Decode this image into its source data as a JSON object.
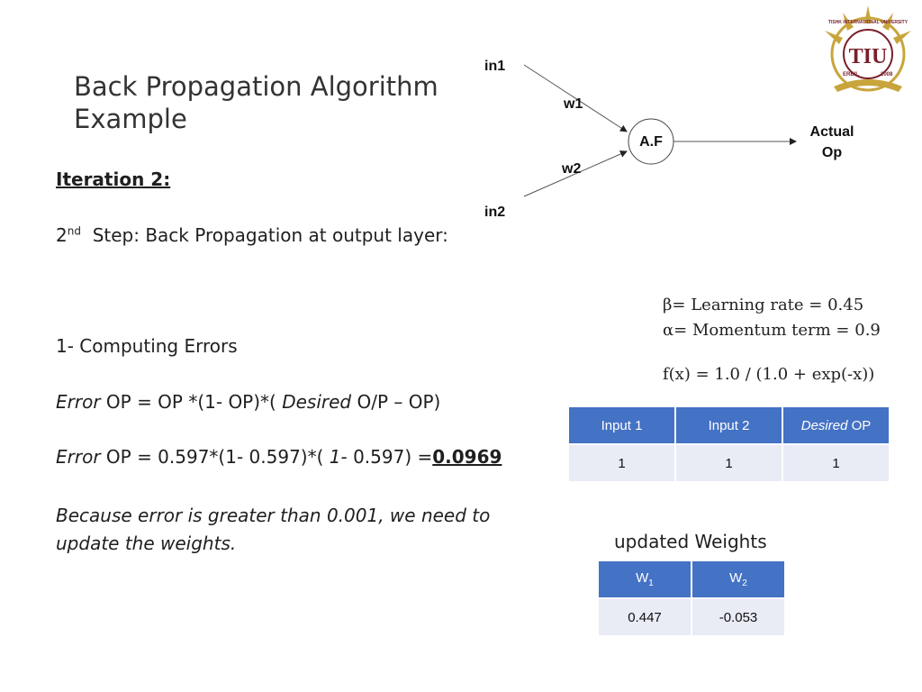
{
  "title": {
    "line1": "Back Propagation  Algorithm",
    "line2": "Example"
  },
  "iteration": "Iteration 2:",
  "step": {
    "num": "2",
    "sup": "nd",
    "text": "Step: Back Propagation at output layer:"
  },
  "computing": "1- Computing Errors",
  "formula1": {
    "it1": "Error",
    "txt1": " OP = OP *(1- OP)*( ",
    "it2": "Desired",
    "txt2": " O/P – OP)"
  },
  "formula2": {
    "it1": "Error",
    "txt1": " OP = 0.597*(1- 0.597)*( ",
    "it2": "1",
    "txt2": "- 0.597) =",
    "result": "0.0969"
  },
  "note": {
    "line1": "Because error is greater than 0.001, we need to",
    "line2": "update  the weights."
  },
  "network": {
    "in1": "in1",
    "in2": "in2",
    "w1": "w1",
    "w2": "w2",
    "node": "A.F",
    "out1": "Actual",
    "out2": "Op"
  },
  "params": {
    "beta": "β= Learning rate = 0.45",
    "alpha": "α= Momentum term = 0.9",
    "func": "f(x) = 1.0 / (1.0 + exp(-x))"
  },
  "inputs_table": {
    "h1": "Input 1",
    "h2": "Input 2",
    "h3_it": "Desired",
    "h3": " OP",
    "row": [
      "1",
      "1",
      "1"
    ]
  },
  "weights": {
    "caption": "updated Weights",
    "h1": "W",
    "h1_sub": "1",
    "h2": "W",
    "h2_sub": "2",
    "row": [
      "0.447",
      "-0.053"
    ]
  },
  "logo": {
    "top": "TISHK INTERNATIONAL UNIVERSITY",
    "mark": "TIU",
    "left": "ERBIL",
    "right": "2008"
  },
  "colors": {
    "table_header": "#4472c4",
    "table_cell": "#e9ebf5",
    "logo_gold": "#c8a53c",
    "logo_maroon": "#7a1f2b"
  }
}
